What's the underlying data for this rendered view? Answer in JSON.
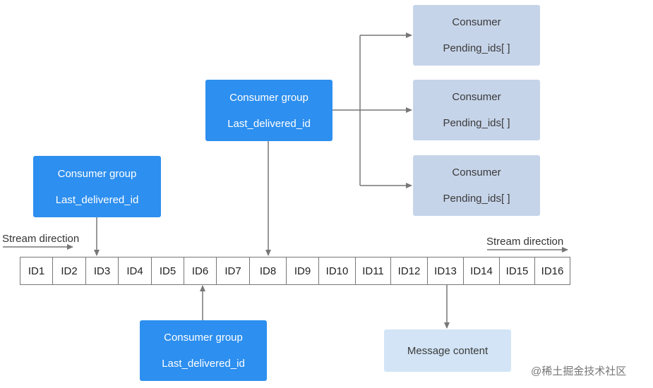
{
  "consumer_groups": [
    {
      "title": "Consumer group",
      "field": "Last_delivered_id"
    },
    {
      "title": "Consumer group",
      "field": "Last_delivered_id"
    },
    {
      "title": "Consumer group",
      "field": "Last_delivered_id"
    }
  ],
  "consumers": [
    {
      "title": "Consumer",
      "field": "Pending_ids[ ]"
    },
    {
      "title": "Consumer",
      "field": "Pending_ids[ ]"
    },
    {
      "title": "Consumer",
      "field": "Pending_ids[ ]"
    }
  ],
  "stream": {
    "direction_label_left": "Stream direction",
    "direction_label_right": "Stream direction",
    "ids": [
      "ID1",
      "ID2",
      "ID3",
      "ID4",
      "ID5",
      "ID6",
      "ID7",
      "ID8",
      "ID9",
      "ID10",
      "ID11",
      "ID12",
      "ID13",
      "ID14",
      "ID15",
      "ID16"
    ]
  },
  "message_content": "Message content",
  "watermark": "@稀土掘金技术社区",
  "colors": {
    "consumer_group": "#2d8fef",
    "consumer": "#c6d4e9",
    "message": "#d2e4f6",
    "line": "#777777"
  }
}
